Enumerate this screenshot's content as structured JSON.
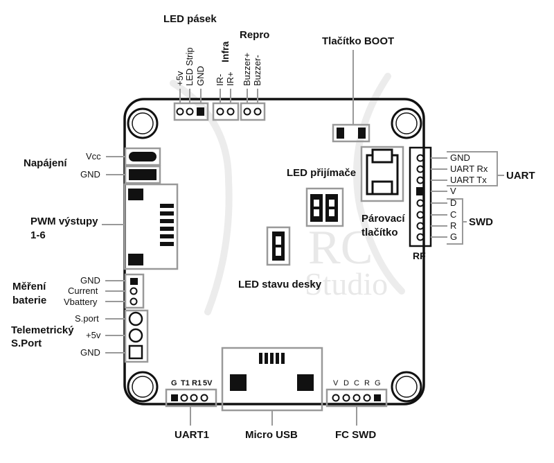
{
  "colors": {
    "board_border": "#111111",
    "callout": "#9a9a9a",
    "component": "#111111",
    "watermark": "#e6e6e6"
  },
  "watermark": {
    "brand_mark": "RC",
    "brand_text": "Studio"
  },
  "groups": {
    "led_strip": "LED pásek",
    "infra": "Infra",
    "repro": "Repro",
    "boot": "Tlačítko BOOT",
    "power": "Napájení",
    "pwm_line1": "PWM výstupy",
    "pwm_line2": "1-6",
    "led_receiver": "LED přijímače",
    "pairing_line1": "Párovací",
    "pairing_line2": "tlačítko",
    "led_status": "LED stavu desky",
    "battery_line1": "Měření",
    "battery_line2": "baterie",
    "telemetry_line1": "Telemetrický",
    "telemetry_line2": "S.Port",
    "uart": "UART",
    "swd": "SWD",
    "rf": "RF",
    "uart1": "UART1",
    "micro_usb": "Micro USB",
    "fc_swd": "FC SWD"
  },
  "pins": {
    "top_led": [
      "+5v",
      "LED Strip",
      "GND"
    ],
    "top_ir": [
      "IR-",
      "IR+"
    ],
    "top_buzzer": [
      "Buzzer+",
      "Buzzer-"
    ],
    "power": [
      "Vcc",
      "GND"
    ],
    "battery": [
      "GND",
      "Current",
      "Vbattery"
    ],
    "sport": [
      "S.port",
      "+5v",
      "GND"
    ],
    "rf_uart": [
      "GND",
      "UART Rx",
      "UART Tx",
      "V"
    ],
    "rf_swd": [
      "D",
      "C",
      "R",
      "G"
    ],
    "uart1": [
      "G",
      "T1",
      "R1",
      "5V"
    ],
    "fc_swd": [
      "V",
      "D",
      "C",
      "R",
      "G"
    ]
  }
}
